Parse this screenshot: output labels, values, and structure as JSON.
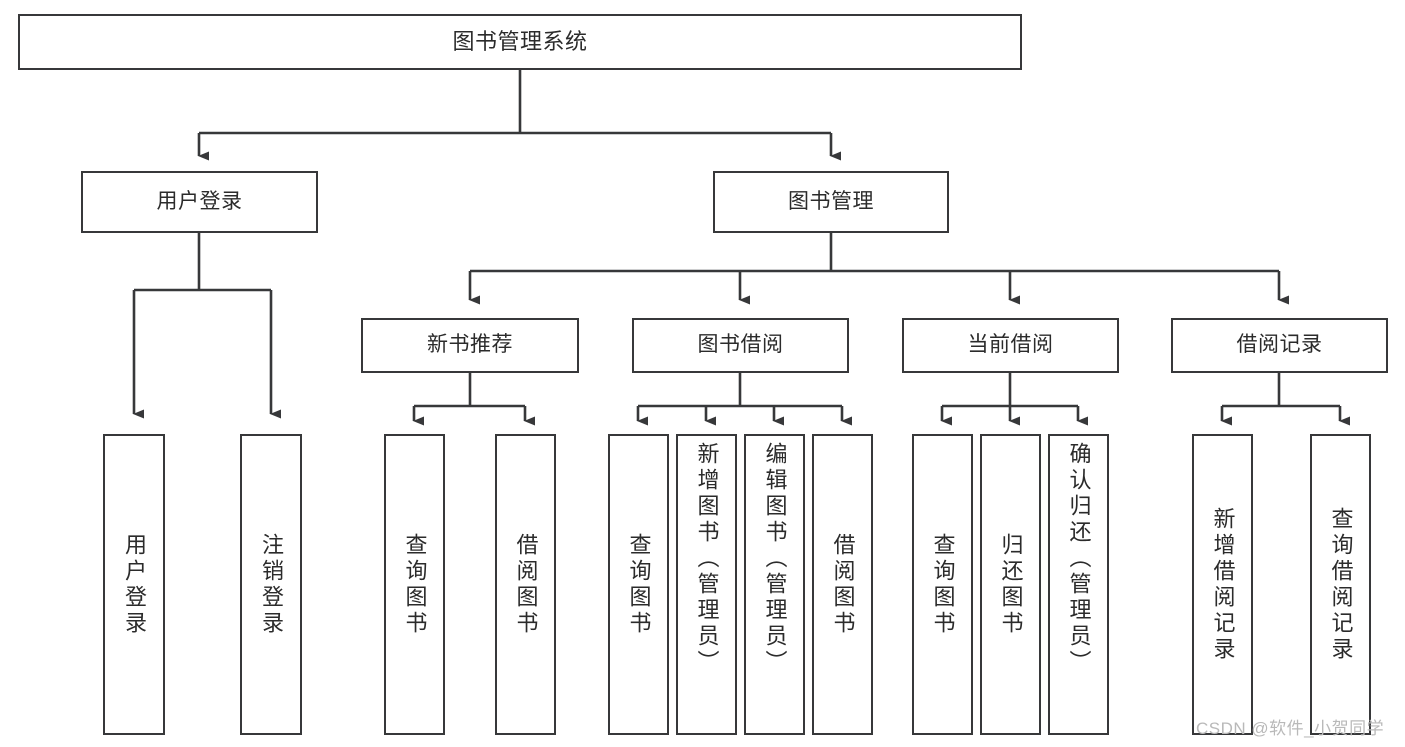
{
  "diagram": {
    "title": "图书管理系统",
    "type": "tree-hierarchy",
    "colors": {
      "stroke": "#37383a",
      "fill": "#ffffff",
      "text": "#2b2b2b",
      "watermark": "#b9b9b9"
    },
    "root": {
      "label": "图书管理系统"
    },
    "level2": [
      {
        "label": "用户登录"
      },
      {
        "label": "图书管理"
      }
    ],
    "level3": [
      {
        "label": "新书推荐"
      },
      {
        "label": "图书借阅"
      },
      {
        "label": "当前借阅"
      },
      {
        "label": "借阅记录"
      }
    ],
    "leaves": {
      "user_login": [
        {
          "label": "用户登录"
        },
        {
          "label": "注销登录"
        }
      ],
      "new_book_recommend": [
        {
          "label": "查询图书"
        },
        {
          "label": "借阅图书"
        }
      ],
      "book_borrow": [
        {
          "label": "查询图书"
        },
        {
          "label": "新增图书（管理员）"
        },
        {
          "label": "编辑图书（管理员）"
        },
        {
          "label": "借阅图书"
        }
      ],
      "current_borrow": [
        {
          "label": "查询图书"
        },
        {
          "label": "归还图书"
        },
        {
          "label": "确认归还（管理员）"
        }
      ],
      "borrow_record": [
        {
          "label": "新增借阅记录"
        },
        {
          "label": "查询借阅记录"
        }
      ]
    },
    "watermark": "CSDN @软件_小贺同学"
  }
}
